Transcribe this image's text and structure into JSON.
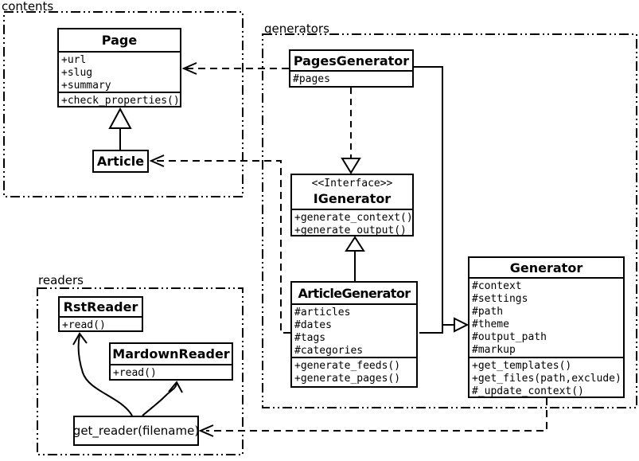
{
  "packages": {
    "contents": {
      "label": "contents"
    },
    "generators": {
      "label": "generators"
    },
    "readers": {
      "label": "readers"
    }
  },
  "classes": {
    "page": {
      "name": "Page",
      "attributes": [
        "+url",
        "+slug",
        "+summary"
      ],
      "methods": [
        "+check_properties()"
      ]
    },
    "article": {
      "name": "Article"
    },
    "pages_generator": {
      "name": "PagesGenerator",
      "attributes": [
        "#pages"
      ]
    },
    "igenerator": {
      "stereotype": "<<Interface>>",
      "name": "IGenerator",
      "methods": [
        "+generate_context()",
        "+generate_output()"
      ]
    },
    "article_generator": {
      "name": "ArticleGenerator",
      "attributes": [
        "#articles",
        "#dates",
        "#tags",
        "#categories"
      ],
      "methods": [
        "+generate_feeds()",
        "+generate_pages()"
      ]
    },
    "generator": {
      "name": "Generator",
      "attributes": [
        "#context",
        "#settings",
        "#path",
        "#theme",
        "#output_path",
        "#markup"
      ],
      "methods": [
        "+get_templates()",
        "+get_files(path,exclude)",
        "#_update_context()"
      ]
    },
    "rst_reader": {
      "name": "RstReader",
      "methods": [
        "+read()"
      ]
    },
    "mardown_reader": {
      "name": "MardownReader",
      "methods": [
        "+read()"
      ]
    },
    "get_reader": {
      "label": "get_reader(filename)"
    }
  },
  "relationships": [
    {
      "from": "Article",
      "to": "Page",
      "type": "generalization"
    },
    {
      "from": "PagesGenerator",
      "to": "Page",
      "type": "dependency"
    },
    {
      "from": "ArticleGenerator",
      "to": "Article",
      "type": "dependency"
    },
    {
      "from": "PagesGenerator",
      "to": "IGenerator",
      "type": "realization"
    },
    {
      "from": "ArticleGenerator",
      "to": "IGenerator",
      "type": "generalization"
    },
    {
      "from": "PagesGenerator",
      "to": "Generator",
      "type": "generalization"
    },
    {
      "from": "ArticleGenerator",
      "to": "Generator",
      "type": "generalization"
    },
    {
      "from": "Generator",
      "to": "get_reader(filename)",
      "type": "dependency"
    },
    {
      "from": "get_reader(filename)",
      "to": "RstReader",
      "type": "association"
    },
    {
      "from": "get_reader(filename)",
      "to": "MardownReader",
      "type": "association"
    }
  ],
  "colors": {
    "line": "#000000",
    "background": "#ffffff",
    "box_fill": "#ffffff"
  }
}
